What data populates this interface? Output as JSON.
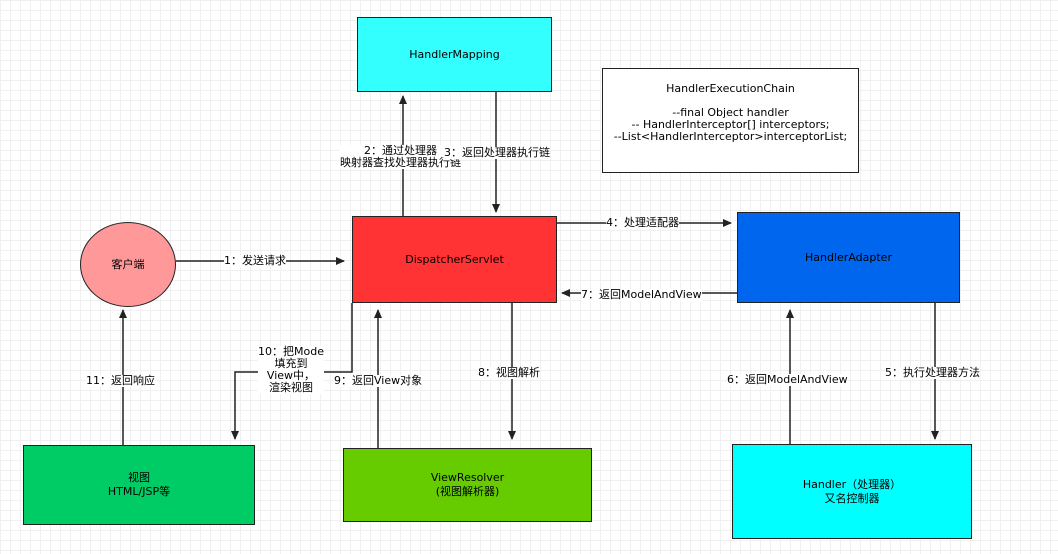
{
  "nodes": {
    "client": "客户端",
    "handler_mapping": "HandlerMapping",
    "dispatcher": "DispatcherServlet",
    "handler_adapter": "HandlerAdapter",
    "view": "视图\nHTML/JSP等",
    "view_resolver": "ViewResolver\n(视图解析器)",
    "handler": "Handler（处理器）\n又名控制器"
  },
  "info_box": {
    "title": "HandlerExecutionChain",
    "line1": "--final Object handler",
    "line2": "-- HandlerInterceptor[] interceptors;",
    "line3": "--List<HandlerInterceptor>interceptorList;"
  },
  "edges": {
    "e1": "1：发送请求",
    "e2": "2：通过处理器\n映射器查找处理器执行链",
    "e3": "3：返回处理器执行链",
    "e4": "4：处理适配器",
    "e5": "5：执行处理器方法",
    "e6": "6：返回ModelAndView",
    "e7": "7：返回ModelAndView",
    "e8": "8：视图解析",
    "e9": "9：返回View对象",
    "e10": "10：把Mode\n填充到\nView中，\n渲染视图",
    "e11": "11：返回响应"
  },
  "colors": {
    "client": "#ff9999",
    "handler_mapping": "#33ffff",
    "dispatcher": "#ff3333",
    "handler_adapter": "#0066ee",
    "view": "#00cc66",
    "view_resolver": "#66cc00",
    "handler": "#00ffff"
  }
}
